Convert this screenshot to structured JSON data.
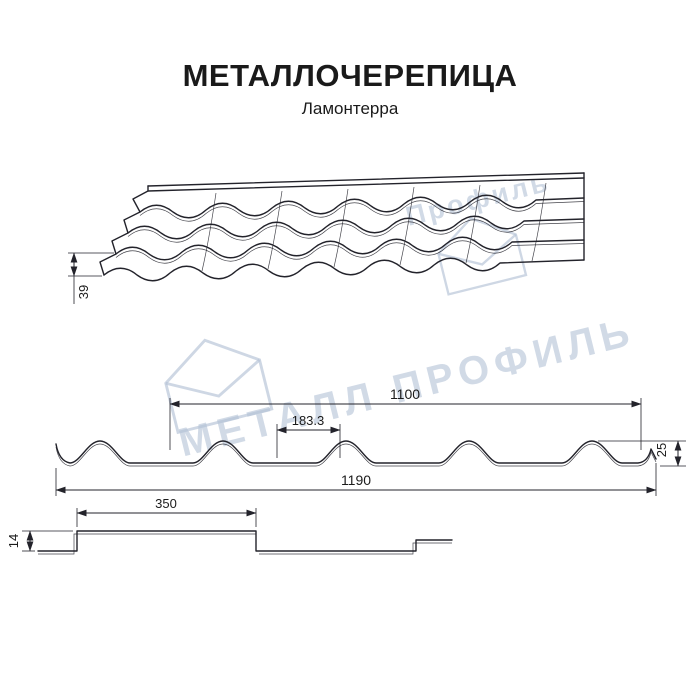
{
  "title": "МЕТАЛЛОЧЕРЕПИЦА",
  "subtitle": "Ламонтерра",
  "watermark": {
    "main_text": "МЕТАЛЛ ПРОФИЛЬ",
    "secondary_text": "Профиль",
    "color": "#b3c2d6"
  },
  "dimensions": {
    "eave_step_height": "39",
    "cover_width": "1100",
    "wave_pitch": "183.3",
    "profile_height": "25",
    "full_width": "1190",
    "module_length": "350",
    "step_height": "14"
  },
  "drawing": {
    "line_color": "#23232b",
    "background": "#ffffff"
  }
}
